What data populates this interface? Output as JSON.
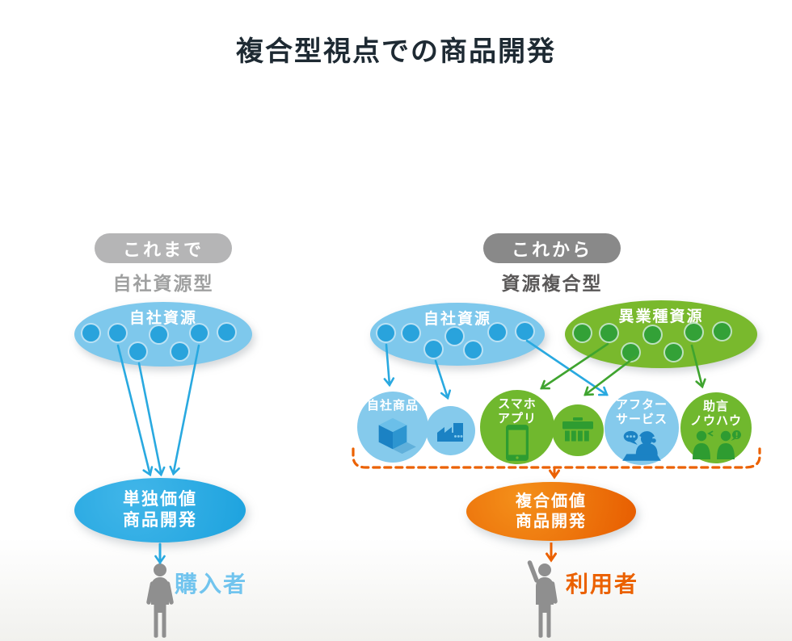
{
  "title": "複合型視点での商品開発",
  "left": {
    "badge": "これまで",
    "subtitle": "自社資源型",
    "resource_ellipse": {
      "label": "自社資源"
    },
    "dev_ellipse": {
      "line1": "単独価値",
      "line2": "商品開発"
    },
    "person_label": "購入者"
  },
  "right": {
    "badge": "これから",
    "subtitle": "資源複合型",
    "own_resource_ellipse": {
      "label": "自社資源"
    },
    "other_industry_ellipse": {
      "label": "異業種資源"
    },
    "product_circles": [
      {
        "label": "自社商品",
        "icon": "cube-icon",
        "color": "blue"
      },
      {
        "label": "",
        "icon": "factory-icon",
        "color": "blue"
      },
      {
        "label_line1": "スマホ",
        "label_line2": "アプリ",
        "icon": "smartphone-icon",
        "color": "green"
      },
      {
        "label": "",
        "icon": "store-icon",
        "color": "green"
      },
      {
        "label_line1": "アフター",
        "label_line2": "サービス",
        "icon": "support-operator-icon",
        "color": "blue"
      },
      {
        "label_line1": "助言",
        "label_line2": "ノウハウ",
        "icon": "advice-people-icon",
        "color": "green"
      }
    ],
    "dev_ellipse": {
      "line1": "複合価値",
      "line2": "商品開発"
    },
    "person_label": "利用者"
  },
  "colors": {
    "light_blue": "#7ec8ec",
    "blue": "#29abe2",
    "icon_dark_blue": "#1b82c4",
    "green": "#79b92d",
    "icon_dark_green": "#2e9c31",
    "orange": "#eb6100",
    "badge_before_gray": "#b5b5b6",
    "badge_after_gray": "#898989",
    "person_gray": "#8f8f8f",
    "title_color": "#1e2a33"
  }
}
